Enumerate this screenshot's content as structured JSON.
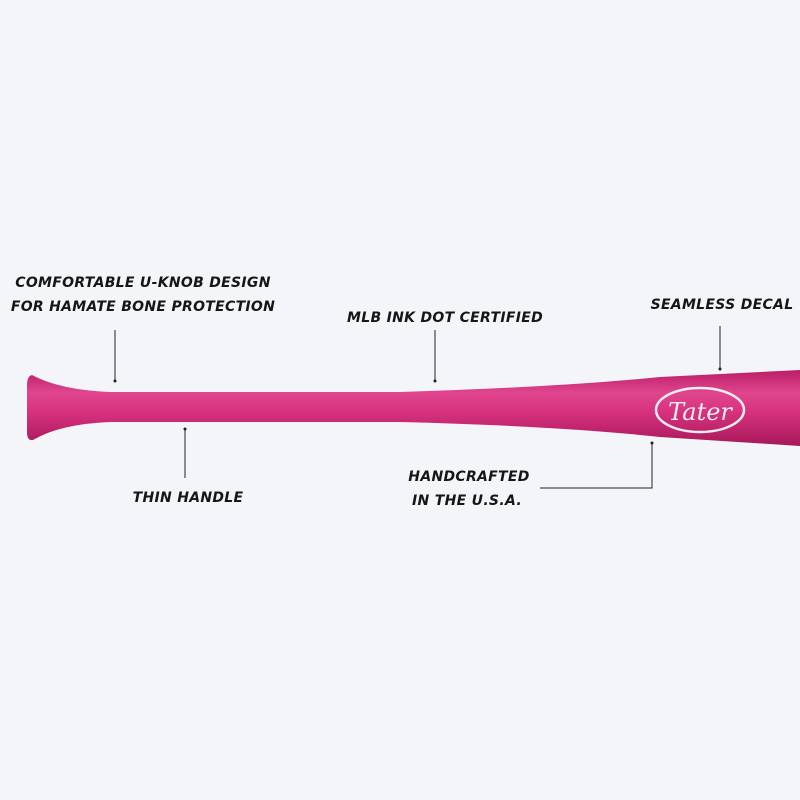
{
  "labels": {
    "knob_line1": "COMFORTABLE U-KNOB DESIGN",
    "knob_line2": "FOR HAMATE BONE PROTECTION",
    "ink_dot": "MLB INK DOT CERTIFIED",
    "decal": "SEAMLESS DECAL",
    "handle": "THIN HANDLE",
    "made_line1": "HANDCRAFTED",
    "made_line2": "IN THE U.S.A."
  },
  "logo_text": "Tater",
  "colors": {
    "bat": "#d8327f",
    "background": "#f3f5f8",
    "text": "#161616"
  }
}
